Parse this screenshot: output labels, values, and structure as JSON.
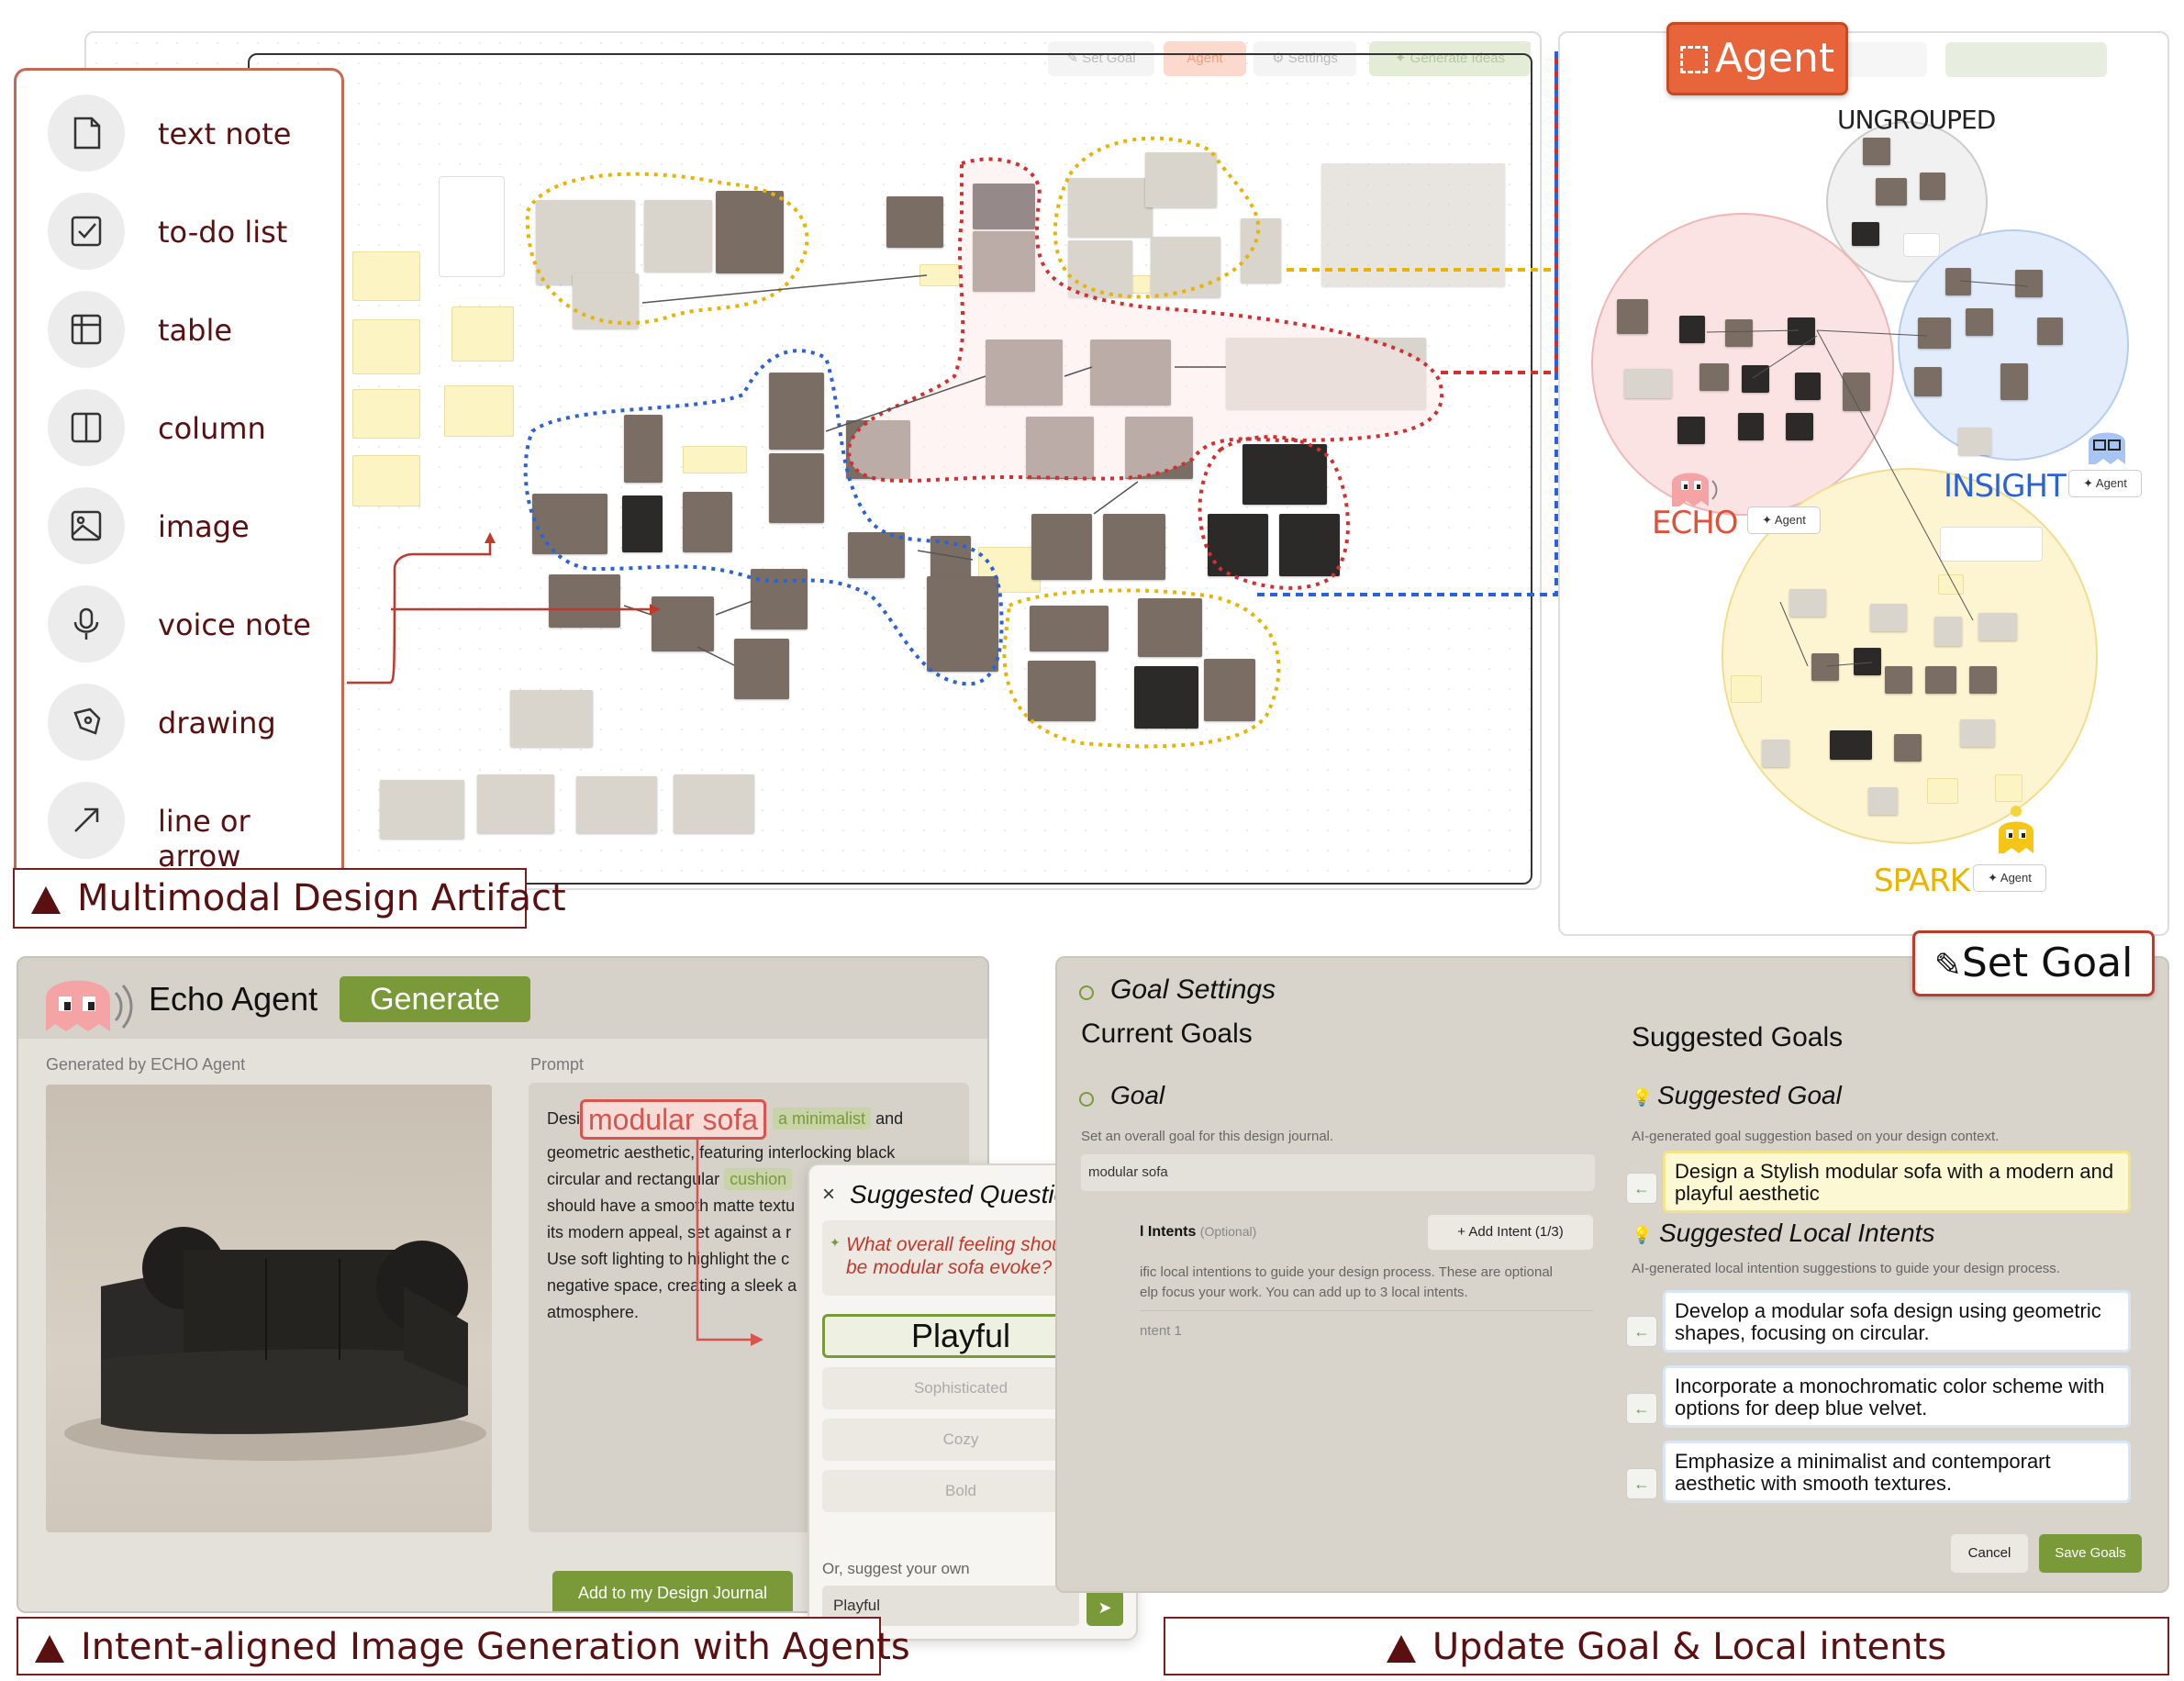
{
  "toolbar": {
    "set_goal": "Set Goal",
    "agent": "Agent",
    "settings": "Settings",
    "generate_ideas": "Generate Ideas"
  },
  "tools": [
    {
      "label": "text note",
      "icon": "text-note-icon"
    },
    {
      "label": "to-do list",
      "icon": "checkbox-icon"
    },
    {
      "label": "table",
      "icon": "table-icon"
    },
    {
      "label": "column",
      "icon": "column-icon"
    },
    {
      "label": "image",
      "icon": "image-icon"
    },
    {
      "label": "voice note",
      "icon": "microphone-icon"
    },
    {
      "label": "drawing",
      "icon": "pen-icon"
    },
    {
      "label": "line or arrow",
      "icon": "arrow-icon"
    }
  ],
  "captions": {
    "artifact": "Multimodal Design Artifact",
    "generation": "Intent-aligned Image Generation with Agents",
    "update": "Update Goal & Local intents"
  },
  "agent_callout": "Agent",
  "set_goal_callout": "Set Goal",
  "agent_map": {
    "ungrouped": "UNGROUPED",
    "echo": "ECHO",
    "insight": "INSIGHT",
    "spark": "SPARK",
    "agent_chip": "Agent"
  },
  "echo_panel": {
    "title": "Echo Agent",
    "generate": "Generate",
    "generated_by": "Generated by ECHO Agent",
    "prompt_label": "Prompt",
    "prompt_parts": {
      "p1": "Desi",
      "highlight": "modular sofa",
      "chip1": "a minimalist",
      "p2": "and",
      "p3": "geometric aesthetic, featuring interlocking black",
      "p4": "circular and rectangular",
      "chip2": "cushion",
      "p5": "should have a smooth matte textu",
      "p6": "its modern appeal, set against a r",
      "p7": "Use soft lighting to highlight the c",
      "p8": "negative space, creating a sleek a",
      "p9": "atmosphere."
    },
    "add_button": "Add to my Design Journal"
  },
  "question_modal": {
    "title": "Suggested Question",
    "close": "×",
    "question": "What overall feeling should be modular sofa evoke?",
    "options": [
      "Playful",
      "Sophisticated",
      "Cozy",
      "Bold"
    ],
    "suggest_own": "Or, suggest your own",
    "input_value": "Playful"
  },
  "goal_panel": {
    "title": "Goal Settings",
    "current_goals": "Current Goals",
    "suggested_goals": "Suggested Goals",
    "goal_heading": "Goal",
    "goal_desc": "Set an overall goal for this design journal.",
    "goal_value": "modular sofa",
    "intents_heading": "l Intents",
    "intents_optional": "(Optional)",
    "add_intent": "Add Intent (1/3)",
    "intents_desc1": "ific local intentions to guide your design process. These are optional",
    "intents_desc2": "elp focus your work. You can add up to 3 local intents.",
    "intent_1": "ntent 1",
    "suggested_goal_heading": "Suggested Goal",
    "suggested_goal_desc": "AI-generated goal suggestion based on your design context.",
    "suggested_goal_text": "Design a Stylish modular sofa with a modern and playful aesthetic",
    "local_intents_heading": "Suggested Local Intents",
    "local_intents_desc": "AI-generated local intention suggestions to guide your design process.",
    "local_intents": [
      "Develop a modular sofa design using geometric shapes, focusing on circular.",
      "Incorporate a monochromatic color scheme with options for deep blue velvet.",
      "Emphasize a minimalist and contemporart aesthetic with smooth textures."
    ],
    "cancel": "Cancel",
    "save": "Save Goals"
  },
  "colors": {
    "accent_red": "#c0392b",
    "agent_orange": "#e8643a",
    "echo_red": "#d9534f",
    "insight_blue": "#2b62d8",
    "spark_yellow": "#e8b400",
    "save_green": "#7a9a3a"
  }
}
